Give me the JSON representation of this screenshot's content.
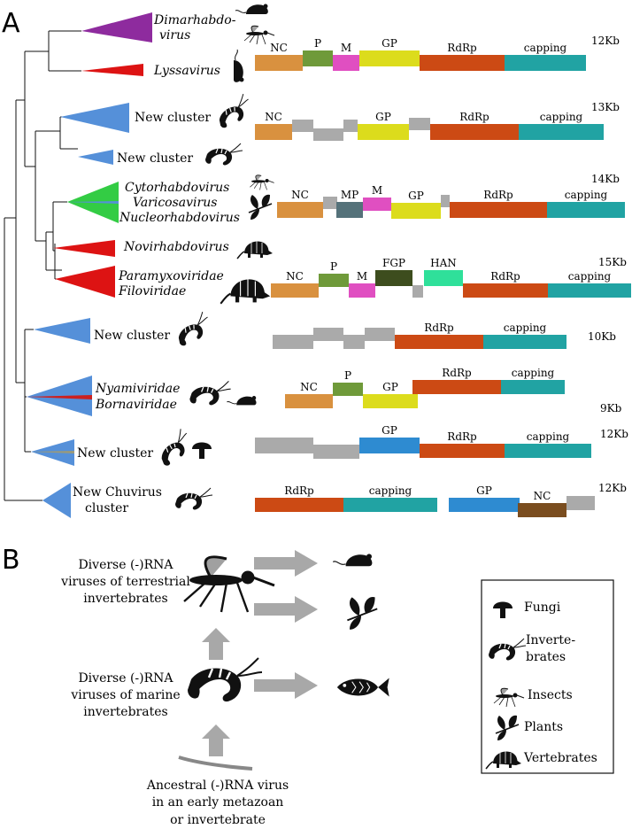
{
  "panel_a": {
    "letter": "A",
    "clades": [
      {
        "label": "Dimarhabdo-\nvirus",
        "italic": true,
        "color": "#8e2b9e"
      },
      {
        "label": "Lyssavirus",
        "italic": true,
        "color": "#dd1313"
      },
      {
        "label": "New cluster",
        "italic": false,
        "color": "#5590d9"
      },
      {
        "label": "New cluster",
        "italic": false,
        "color": "#5590d9"
      },
      {
        "label": "Cytorhabdovirus\nVaricosavirus\nNucleorhabdovirus",
        "italic": true,
        "color": "#33cc44"
      },
      {
        "label": "Novirhabdovirus",
        "italic": true,
        "color": "#dd1313"
      },
      {
        "label": "Paramyxoviridae\nFiloviridae",
        "italic": true,
        "color": "#dd1313"
      },
      {
        "label": "New cluster",
        "italic": false,
        "color": "#5590d9"
      },
      {
        "label": "Nyamiviridae\nBornaviridae",
        "italic": true,
        "color": "#5590d9"
      },
      {
        "label": "New cluster",
        "italic": false,
        "color": "#5590d9"
      },
      {
        "label": "New Chuvirus\ncluster",
        "italic": false,
        "color": "#5590d9"
      }
    ],
    "genomes": [
      {
        "size": "12Kb",
        "genes": [
          "NC",
          "P",
          "M",
          "GP",
          "RdRp",
          "capping"
        ]
      },
      {
        "size": "13Kb",
        "genes": [
          "NC",
          "GP",
          "RdRp",
          "capping"
        ]
      },
      {
        "size": "14Kb",
        "genes": [
          "NC",
          "MP",
          "M",
          "GP",
          "RdRp",
          "capping"
        ]
      },
      {
        "size": "15Kb",
        "genes": [
          "NC",
          "P",
          "M",
          "FGP",
          "HAN",
          "RdRp",
          "capping"
        ]
      },
      {
        "size": "10Kb",
        "genes": [
          "RdRp",
          "capping"
        ]
      },
      {
        "size": "9Kb",
        "genes": [
          "NC",
          "P",
          "GP",
          "RdRp",
          "capping"
        ]
      },
      {
        "size": "12Kb",
        "genes": [
          "GP",
          "RdRp",
          "capping"
        ]
      },
      {
        "size": "12Kb",
        "genes": [
          "RdRp",
          "capping",
          "GP",
          "NC"
        ]
      }
    ],
    "gene_colors": {
      "NC": "#d9913f",
      "P": "#6f9a3a",
      "M": "#e04fc1",
      "GP": "#dcdc1c",
      "RdRp": "#cc4a14",
      "capping": "#21a3a3",
      "MP": "#55727a",
      "FGP": "#3d4d1e",
      "HAN": "#2fe09a",
      "GP_blue": "#2e8bd1",
      "NC_brown": "#7a4d1f",
      "unknown": "#aaaaaa"
    }
  },
  "panel_b": {
    "letter": "B",
    "terrestrial": "Diverse (-)RNA\nviruses of terrestrial\ninvertebrates",
    "marine": "Diverse (-)RNA\nviruses of marine\ninvertebrates",
    "ancestral": "Ancestral (-)RNA virus\nin an early metazoan\nor invertebrate"
  },
  "legend": {
    "items": [
      {
        "label": "Fungi",
        "icon": "mushroom-icon"
      },
      {
        "label": "Inverte-\nbrates",
        "icon": "shrimp-icon"
      },
      {
        "label": "Insects",
        "icon": "mosquito-icon"
      },
      {
        "label": "Plants",
        "icon": "leaf-icon"
      },
      {
        "label": "Vertebrates",
        "icon": "armadillo-icon"
      }
    ]
  }
}
